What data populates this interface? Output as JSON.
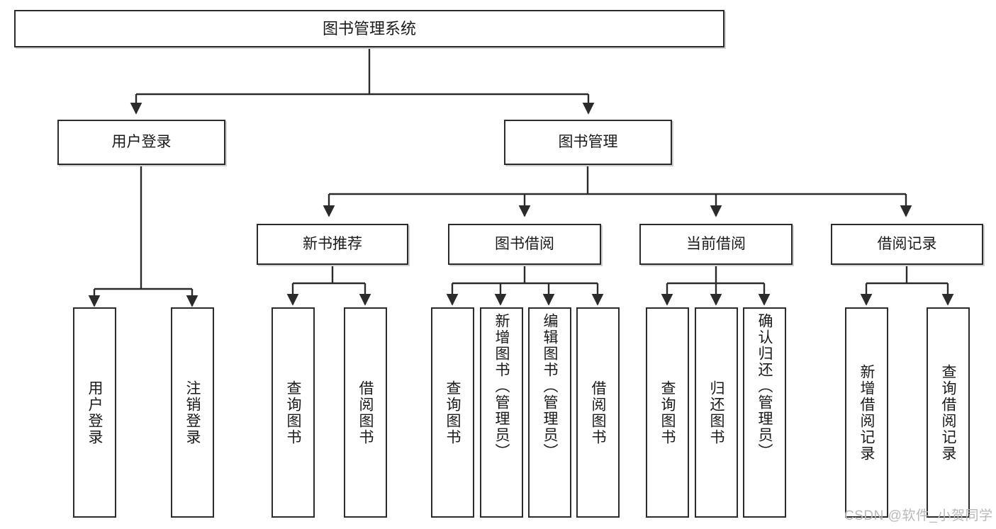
{
  "diagram": {
    "type": "tree-hierarchy-chart",
    "title": "图书管理系统",
    "stroke_color": "#2b2b2b",
    "fill_color": "#ffffff",
    "text_color": "#1a1a1a",
    "nodes": {
      "root": {
        "label": "图书管理系统"
      },
      "level2": [
        {
          "label": "用户登录"
        },
        {
          "label": "图书管理"
        }
      ],
      "level3": [
        {
          "label": "新书推荐"
        },
        {
          "label": "图书借阅"
        },
        {
          "label": "当前借阅"
        },
        {
          "label": "借阅记录"
        }
      ],
      "leaves_user_login": [
        {
          "label": "用户登录"
        },
        {
          "label": "注销登录"
        }
      ],
      "leaves_new_book": [
        {
          "label": "查询图书"
        },
        {
          "label": "借阅图书"
        }
      ],
      "leaves_borrow": [
        {
          "label": "查询图书"
        },
        {
          "label": "新增图书（管理员）"
        },
        {
          "label": "编辑图书（管理员）"
        },
        {
          "label": "借阅图书"
        }
      ],
      "leaves_current": [
        {
          "label": "查询图书"
        },
        {
          "label": "归还图书"
        },
        {
          "label": "确认归还（管理员）"
        }
      ],
      "leaves_records": [
        {
          "label": "新增借阅记录"
        },
        {
          "label": "查询借阅记录"
        }
      ]
    }
  },
  "watermark": {
    "text": "CSDN @软件_小贺同学",
    "color": "#b9b9b9"
  }
}
